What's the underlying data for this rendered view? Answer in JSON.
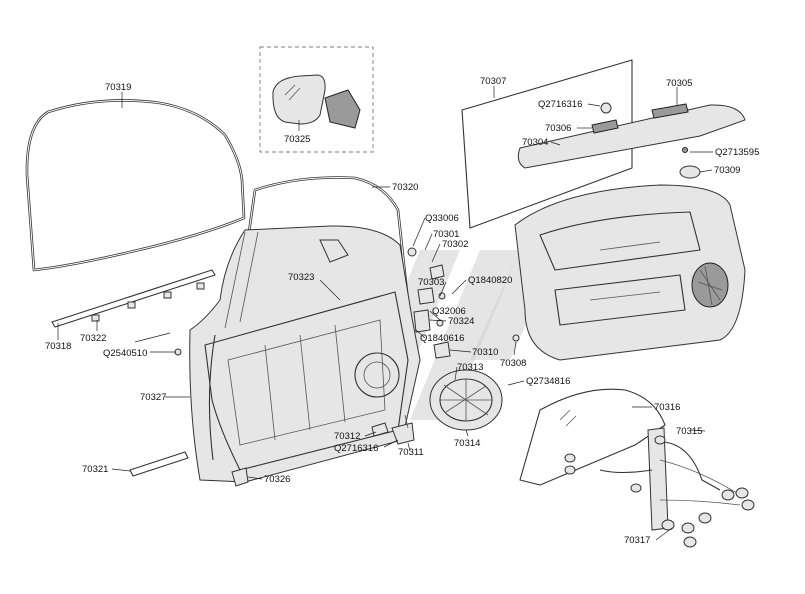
{
  "parts": [
    {
      "id": "p70319",
      "label": "70319"
    },
    {
      "id": "p70320",
      "label": "70320"
    },
    {
      "id": "p70325",
      "label": "70325"
    },
    {
      "id": "p70307",
      "label": "70307"
    },
    {
      "id": "p70305",
      "label": "70305"
    },
    {
      "id": "pQ2716316a",
      "label": "Q2716316"
    },
    {
      "id": "p70306",
      "label": "70306"
    },
    {
      "id": "p70304",
      "label": "70304"
    },
    {
      "id": "pQ2713595",
      "label": "Q2713595"
    },
    {
      "id": "p70309",
      "label": "70309"
    },
    {
      "id": "pQ33006",
      "label": "Q33006"
    },
    {
      "id": "p70301",
      "label": "70301"
    },
    {
      "id": "p70302",
      "label": "70302"
    },
    {
      "id": "p70323",
      "label": "70323"
    },
    {
      "id": "p70303",
      "label": "70303"
    },
    {
      "id": "pQ1840820",
      "label": "Q1840820"
    },
    {
      "id": "pQ32006",
      "label": "Q32006"
    },
    {
      "id": "p70324",
      "label": "70324"
    },
    {
      "id": "pQ1840616",
      "label": "Q1840616"
    },
    {
      "id": "p70310",
      "label": "70310"
    },
    {
      "id": "p70308",
      "label": "70308"
    },
    {
      "id": "p70313",
      "label": "70313"
    },
    {
      "id": "pQ2734816",
      "label": "Q2734816"
    },
    {
      "id": "p70318",
      "label": "70318"
    },
    {
      "id": "p70322",
      "label": "70322"
    },
    {
      "id": "pQ2540510",
      "label": "Q2540510"
    },
    {
      "id": "p70327",
      "label": "70327"
    },
    {
      "id": "p70316",
      "label": "70316"
    },
    {
      "id": "p70314",
      "label": "70314"
    },
    {
      "id": "p70312",
      "label": "70312"
    },
    {
      "id": "pQ2716316b",
      "label": "Q2716316"
    },
    {
      "id": "p70311",
      "label": "70311"
    },
    {
      "id": "p70315",
      "label": "70315"
    },
    {
      "id": "p70321",
      "label": "70321"
    },
    {
      "id": "p70326",
      "label": "70326"
    },
    {
      "id": "p70317",
      "label": "70317"
    }
  ]
}
